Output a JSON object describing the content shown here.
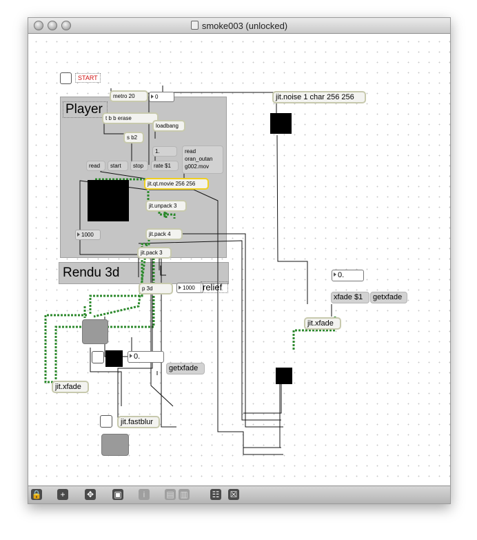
{
  "window": {
    "title": "smoke003 (unlocked)"
  },
  "start": {
    "label": "START"
  },
  "objects": {
    "metro": "metro 20",
    "metro_num": "0",
    "noise": "jit.noise 1 char 256 256",
    "tbb": "t b b erase",
    "sb2": "s b2",
    "loadbang": "loadbang",
    "one": "1.",
    "read_msg": "read oran_outang002.mov",
    "qtmovie": "jit.qt.movie 256 256",
    "unpack": "jit.unpack 3",
    "pack4": "jit.pack 4",
    "pack3": "jit.pack 3",
    "p3d": "p 3d",
    "xfade_right": "jit.xfade",
    "xfade_left": "jit.xfade",
    "fastblur": "jit.fastblur",
    "relief_num": "1000",
    "relief": "relief"
  },
  "messages": {
    "read": "read",
    "start": "start",
    "stop": "stop",
    "rate": "rate $1",
    "read_line1": "read",
    "read_line2": "oran_outan",
    "read_line3": "g002.mov",
    "xfade_msg": "xfade $1",
    "getxfade_right": "getxfade",
    "getxfade_left": "getxfade"
  },
  "numbers": {
    "player_1000": "1000",
    "right_float": "0.",
    "left_float": "0."
  },
  "panels": {
    "player": "Player",
    "rendu": "Rendu 3d"
  },
  "toolbar": [
    "lock-icon",
    "new-object-icon",
    "move-icon",
    "presentation-icon",
    "inspector-icon",
    "grid-icon",
    "snap-icon"
  ]
}
